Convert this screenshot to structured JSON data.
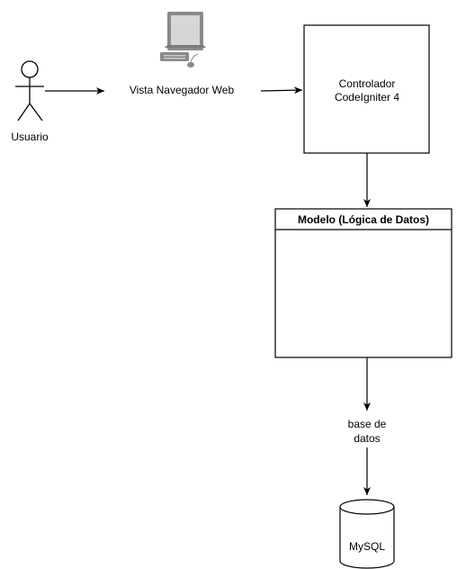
{
  "actor": {
    "label": "Usuario",
    "icon": "stick-figure-actor-icon"
  },
  "browser_view": {
    "label": "Vista Navegador Web",
    "icon": "desktop-computer-icon"
  },
  "controller": {
    "line1": "Controlador",
    "line2": "CodeIgniter 4"
  },
  "model": {
    "title": "Modelo (Lógica de Datos)"
  },
  "db_edge_label": {
    "line1": "base de",
    "line2": "datos"
  },
  "database": {
    "label": "MySQL",
    "icon": "database-cylinder-icon"
  },
  "colors": {
    "stroke": "#000000",
    "fill": "#ffffff",
    "monitor_frame": "#8a8a8a",
    "monitor_screen": "#d6d6d6"
  }
}
